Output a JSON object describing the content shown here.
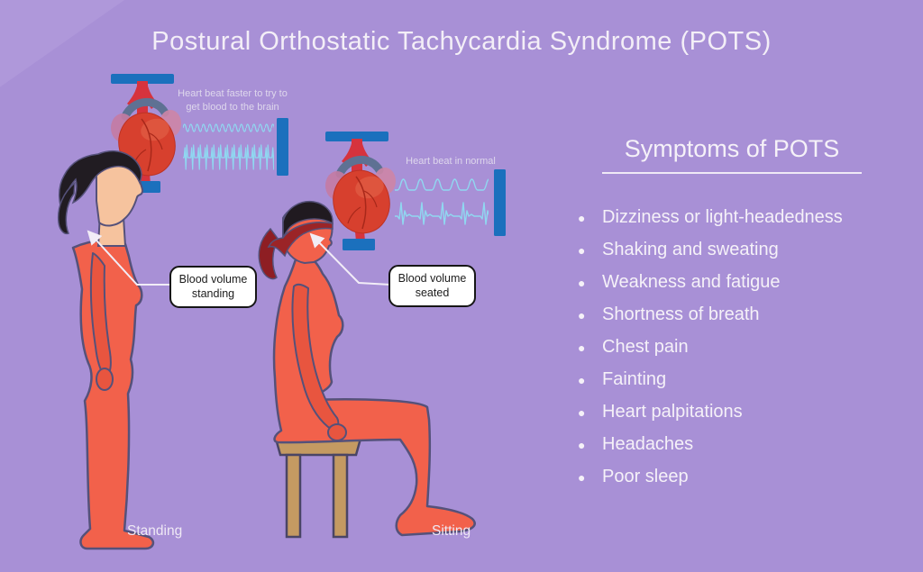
{
  "title": "Postural Orthostatic Tachycardia Syndrome (POTS)",
  "colors": {
    "background": "#a890d6",
    "body_blood": "#f2614b",
    "body_outline": "#55517a",
    "skin": "#f6c39e",
    "hair_black": "#211c22",
    "hair_red": "#9b2427",
    "stool_wood": "#c49a62",
    "monitor_blue": "#1b70bd",
    "ecg_trace": "#8fd8f1",
    "heart_red": "#d7402e",
    "text_light": "#f3eef7",
    "callout_bg": "#ffffff",
    "callout_text": "#1c1c1c"
  },
  "standing_panel": {
    "heart_note": "Heart beat faster to try to get blood to the brain",
    "callout": "Blood volume standing",
    "label": "Standing"
  },
  "sitting_panel": {
    "heart_note": "Heart beat in normal",
    "callout": "Blood volume seated",
    "label": "Sitting"
  },
  "symptoms": {
    "heading": "Symptoms of POTS",
    "bullet": "●",
    "items": [
      "Dizziness or light-headedness",
      "Shaking and sweating",
      "Weakness and fatigue",
      "Shortness of breath",
      "Chest pain",
      "Fainting",
      "Heart palpitations",
      "Headaches",
      "Poor sleep"
    ]
  }
}
